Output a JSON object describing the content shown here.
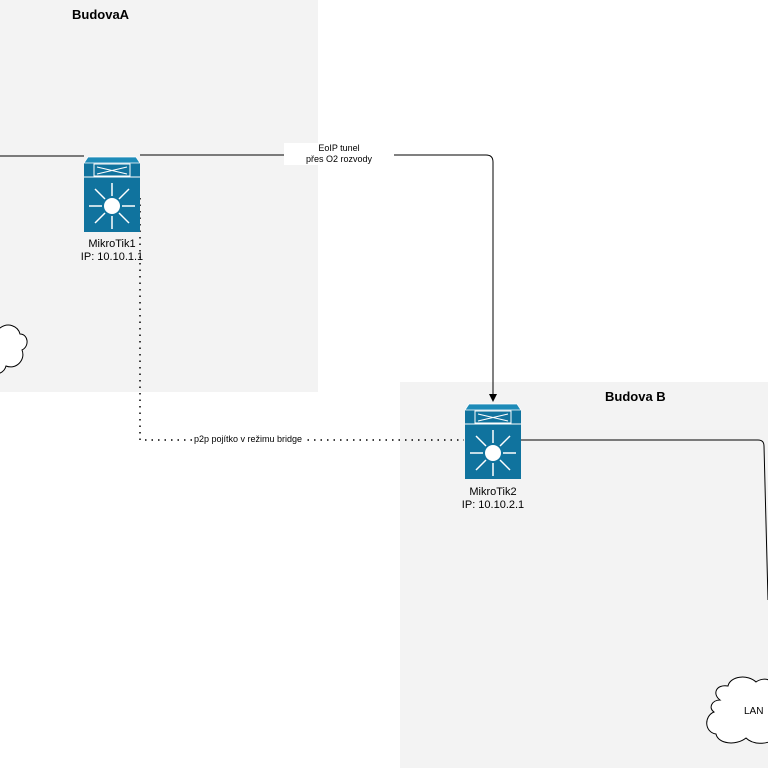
{
  "zones": {
    "a": {
      "title": "BudovaA"
    },
    "b": {
      "title": "Budova B"
    }
  },
  "devices": {
    "mikrotik1": {
      "name": "MikroTik1",
      "ip": "IP: 10.10.1.1",
      "icon": "layer3-switch-icon"
    },
    "mikrotik2": {
      "name": "MikroTik2",
      "ip": "IP: 10.10.2.1",
      "icon": "layer3-switch-icon"
    }
  },
  "links": {
    "eoip": {
      "line1": "EoIP tunel",
      "line2": "přes O2 rozvody"
    },
    "p2p": {
      "label": "p2p pojítko v režimu bridge"
    }
  },
  "clouds": {
    "lan_b": {
      "label": "LAN"
    }
  },
  "colors": {
    "zone_fill": "#f3f3f3",
    "device_fill": "#10739e",
    "device_stroke": "#ffffff"
  }
}
